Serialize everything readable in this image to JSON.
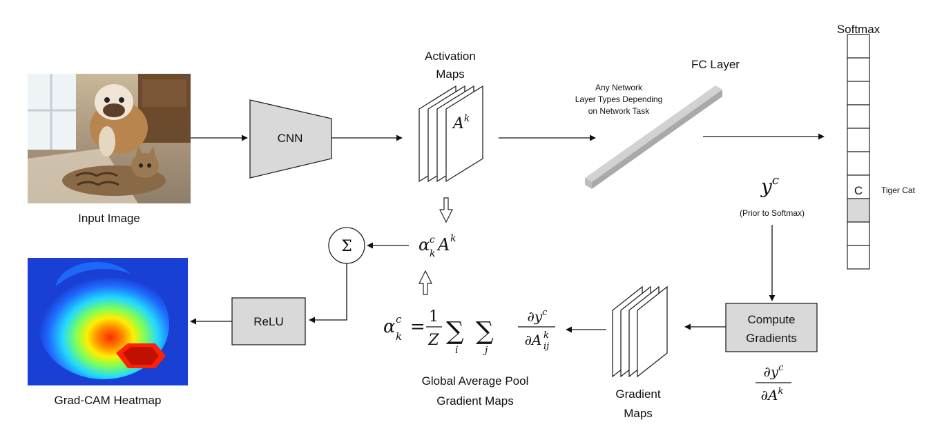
{
  "labels": {
    "input_image": "Input Image",
    "cnn": "CNN",
    "activation_maps_line1": "Activation",
    "activation_maps_line2": "Maps",
    "ak_base": "A",
    "ak_sup": "k",
    "any_network_line1": "Any Network",
    "any_network_line2": "Layer Types Depending",
    "any_network_line3": "on Network Task",
    "fc_layer": "FC Layer",
    "softmax": "Softmax",
    "softmax_highlight": "C",
    "tiger_cat": "Tiger Cat",
    "yc_base": "y",
    "yc_sup": "c",
    "prior_to_softmax": "(Prior to Softmax)",
    "sigma": "Σ",
    "weighted_alpha": "α",
    "weighted_sup": "c",
    "weighted_sub": "k",
    "weighted_A": "A",
    "weighted_A_sup": "k",
    "relu": "ReLU",
    "gradcam_heatmap": "Grad-CAM Heatmap",
    "compute_gradients_line1": "Compute",
    "compute_gradients_line2": "Gradients",
    "gradient_maps_line1": "Gradient",
    "gradient_maps_line2": "Maps",
    "gap_line1": "Global Average Pool",
    "gap_line2": "Gradient Maps",
    "formula": {
      "alpha": "α",
      "sup_c": "c",
      "sub_k": "k",
      "equals": "=",
      "one": "1",
      "Z": "Z",
      "sum": "∑",
      "i": "i",
      "j": "j",
      "num": "∂y",
      "num_sup": "c",
      "den": "∂A",
      "den_sup": "k",
      "den_sub": "ij"
    },
    "partial": {
      "num": "∂y",
      "num_sup": "c",
      "den": "∂A",
      "den_sup": "k"
    }
  },
  "softmax_cells": 10,
  "softmax_highlight_index": 7,
  "colors": {
    "box_fill": "#d9d9d9",
    "stroke": "#222222",
    "heatmap_bg": "#1a3fd4",
    "fc_layer": "#cfcfcf"
  }
}
